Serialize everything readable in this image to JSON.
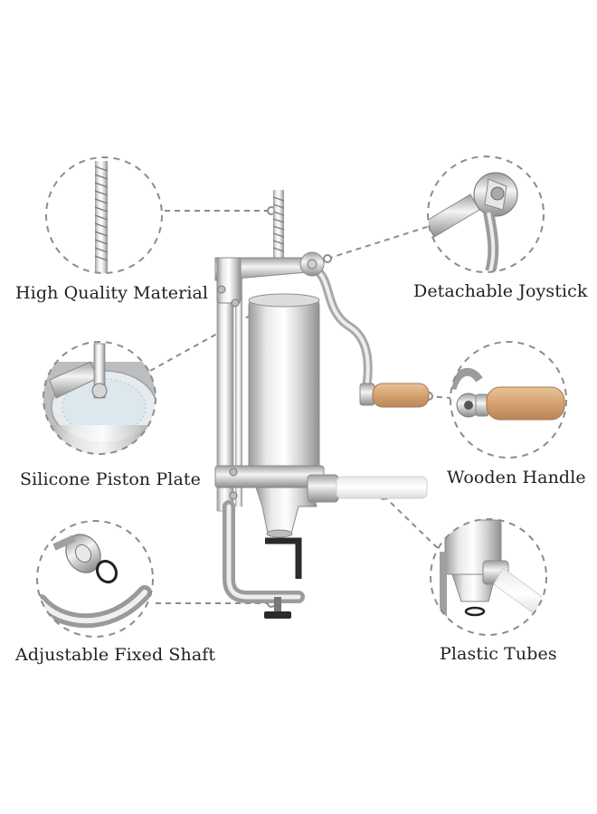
{
  "labels": {
    "high_quality_material": "High Quality Material",
    "detachable_joystick": "Detachable Joystick",
    "silicone_piston_plate": "Silicone Piston Plate",
    "wooden_handle": "Wooden Handle",
    "adjustable_fixed_shaft": "Adjustable Fixed Shaft",
    "plastic_tubes": "Plastic Tubes"
  },
  "colors": {
    "steel_light": "#f2f2f2",
    "steel_mid": "#c8c8c8",
    "steel_dark": "#8a8a8a",
    "wood": "#d9a87a",
    "tube": "#f4f4f4",
    "dash": "#8c8c8c",
    "text": "#222222"
  }
}
